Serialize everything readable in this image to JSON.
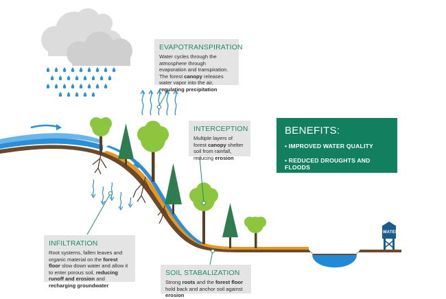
{
  "evapotranspiration": {
    "title": "EVAPOTRANSPIRATION",
    "body": [
      {
        "t": "Water cycles through the atmosphere through evaporation and transpiration. The forest ",
        "b": false
      },
      {
        "t": "canopy",
        "b": true
      },
      {
        "t": " releases water vapor into the air, ",
        "b": false
      },
      {
        "t": "regulating precipitation",
        "b": true
      }
    ]
  },
  "interception": {
    "title": "INTERCEPTION",
    "body": [
      {
        "t": "Multiple layers of forest ",
        "b": false
      },
      {
        "t": "canopy",
        "b": true
      },
      {
        "t": " shelter soil from rainfall, reducing ",
        "b": false
      },
      {
        "t": "erosion",
        "b": true
      }
    ]
  },
  "infiltration": {
    "title": "INFILTRATION",
    "body": [
      {
        "t": "Root systems, fallen leaves and organic material on the ",
        "b": false
      },
      {
        "t": "forest floor",
        "b": true
      },
      {
        "t": " slow down water and allow it to enter porous soil, ",
        "b": false
      },
      {
        "t": "reducing runoff and erosion",
        "b": true
      },
      {
        "t": " and ",
        "b": false
      },
      {
        "t": "recharging groundwater",
        "b": true
      }
    ]
  },
  "soil_stabalization": {
    "title": "SOIL STABALIZATION",
    "body": [
      {
        "t": "Strong ",
        "b": false
      },
      {
        "t": "roots",
        "b": true
      },
      {
        "t": " and the ",
        "b": false
      },
      {
        "t": "forest floor",
        "b": true
      },
      {
        "t": " hold back and anchor soil against ",
        "b": false
      },
      {
        "t": "erosion",
        "b": true
      }
    ]
  },
  "benefits": {
    "title": "BENEFITS:",
    "items": [
      "• IMPROVED WATER QUALITY",
      "• REDUCED DROUGHTS AND FLOODS"
    ]
  },
  "water_tower": {
    "label": "WATER"
  },
  "colors": {
    "accent_green": "#12805f",
    "callout_bg": "#e4e4e4",
    "cloud": "#dcdcdc",
    "rain": "#2b8fd6",
    "soil": "#6b4a2b",
    "forest_floor": "#e8961c",
    "leaf": "#8cc63f",
    "pine": "#2e7d4f",
    "water": "#1f8ad8",
    "tower": "#1a5c8c"
  },
  "icons": [
    "cloud-icon",
    "rain-icon",
    "tree-icon",
    "pine-tree-icon",
    "vapor-arrow-icon",
    "water-tower-icon"
  ]
}
